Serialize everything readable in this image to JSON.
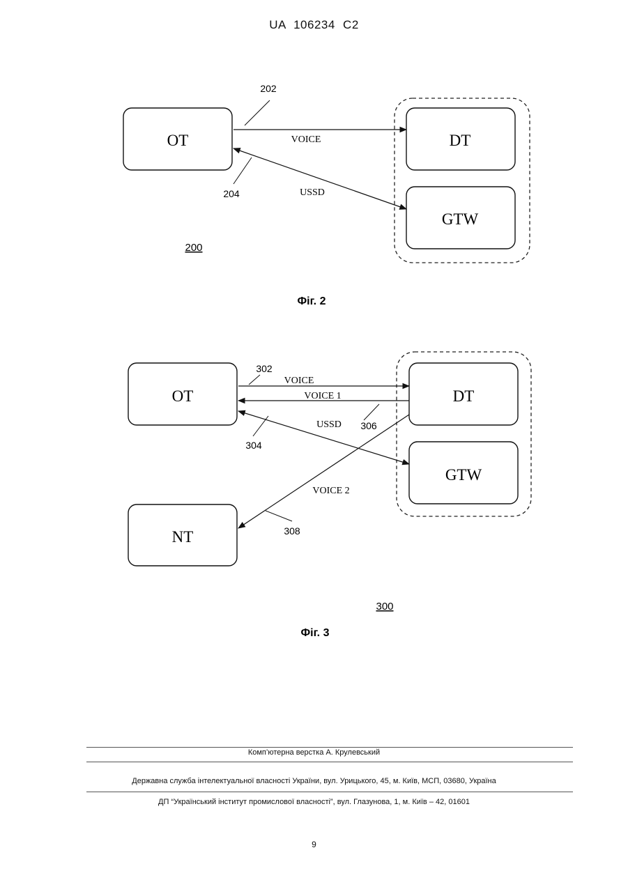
{
  "header": {
    "doc_id": "UA   106234   C2"
  },
  "fig2": {
    "nodes": {
      "ot": "OT",
      "dt": "DT",
      "gtw": "GTW"
    },
    "edges": {
      "voice": "VOICE",
      "ussd": "USSD"
    },
    "refs": {
      "r202": "202",
      "r204": "204",
      "r200": "200"
    },
    "caption": "Фіг. 2"
  },
  "fig3": {
    "nodes": {
      "ot": "OT",
      "dt": "DT",
      "gtw": "GTW",
      "nt": "NT"
    },
    "edges": {
      "voice": "VOICE",
      "voice1": "VOICE 1",
      "ussd": "USSD",
      "voice2": "VOICE 2"
    },
    "refs": {
      "r302": "302",
      "r304": "304",
      "r306": "306",
      "r308": "308",
      "r300": "300"
    },
    "caption": "Фіг. 3"
  },
  "footer": {
    "typesetting": "Комп’ютерна верстка А. Крулевський",
    "service": "Державна служба інтелектуальної власності України, вул. Урицького, 45, м. Київ, МСП, 03680, Україна",
    "institute": "ДП “Український інститут промислової власності”, вул. Глазунова, 1, м. Київ – 42, 01601"
  },
  "page_number": "9"
}
